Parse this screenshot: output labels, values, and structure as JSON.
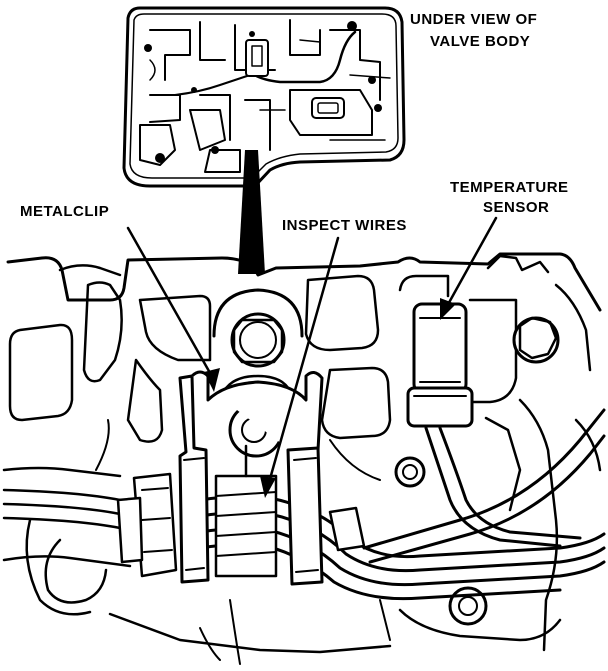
{
  "labels": {
    "under_view_line1": "UNDER VIEW OF",
    "under_view_line2": "VALVE BODY",
    "metalclip": "METALCLIP",
    "inspect_wires": "INSPECT WIRES",
    "temperature_line1": "TEMPERATURE",
    "temperature_line2": "SENSOR"
  }
}
